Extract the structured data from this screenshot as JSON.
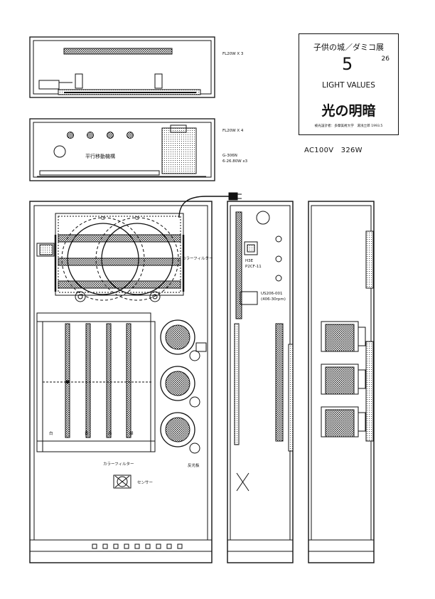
{
  "title_block": {
    "title": "子供の城／ダミコ展",
    "number": "5",
    "sub_number": "26",
    "english_title": "LIGHT VALUES",
    "japanese_title": "光の明暗",
    "credit": "被光設計者：多摩美術大学　湯浅士郎 1993.5"
  },
  "power_spec": "AC100V　326W",
  "labels": {
    "top_lamp": "FL20W X 3",
    "mid_lamp": "FL20W X 4",
    "mechanism": "平行移動機構",
    "motor_model": "G-306N",
    "motor_spec": "6-26.80W x3",
    "color_filter_top": "カラーフィルター",
    "switch_label": "H3E",
    "switch_model": "P2CF-11",
    "motor_side": "US206-001",
    "motor_rpm": "(406-30rpm)",
    "color_filter_bottom": "カラーフィルター",
    "center_label": "センサー",
    "reflector": "反光板",
    "slot_1": "白",
    "slot_2": "青",
    "slot_3": "赤",
    "slot_4": "緑",
    "circle_mark_1": "G",
    "circle_mark_2": "G"
  }
}
